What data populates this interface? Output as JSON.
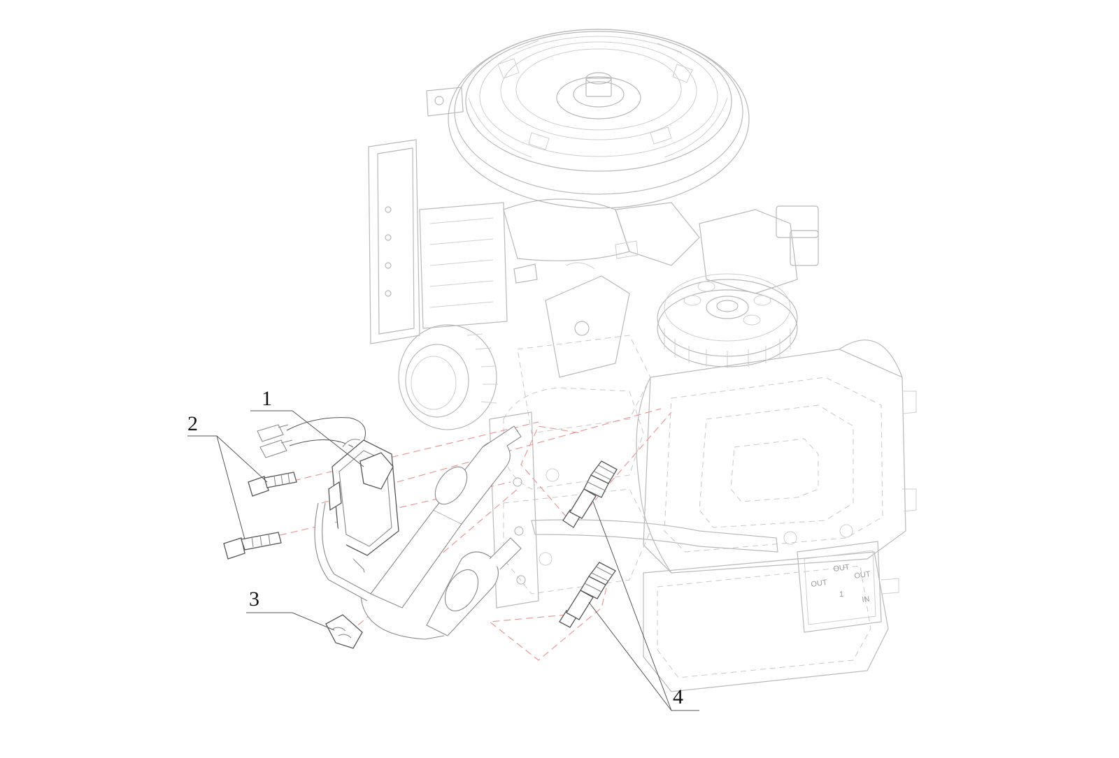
{
  "callouts": [
    {
      "number": "1",
      "part": "ignition-coil"
    },
    {
      "number": "2",
      "part": "coil-mounting-bolts"
    },
    {
      "number": "3",
      "part": "wire-clip"
    },
    {
      "number": "4",
      "part": "spark-plugs"
    }
  ],
  "engine_labels": {
    "out_left": "OUT",
    "out_mid": "OUT",
    "out_right": "OUT",
    "one": "1",
    "in": "IN"
  },
  "colors": {
    "background": "#ffffff",
    "engine_outline": "#b9b9b9",
    "part_outline": "#555555",
    "assembly_line": "#e79a9a"
  }
}
